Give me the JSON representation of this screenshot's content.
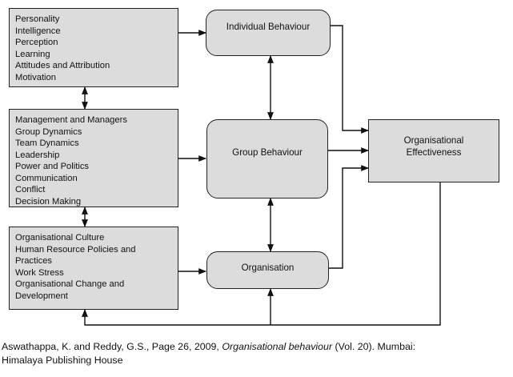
{
  "boxes": {
    "individual_factors": [
      "Personality",
      "Intelligence",
      "Perception",
      "Learning",
      "Attitudes and Attribution",
      "Motivation"
    ],
    "group_factors": [
      "Management and Managers",
      "Group Dynamics",
      "Team Dynamics",
      "Leadership",
      "Power and Politics",
      "Communication",
      "Conflict",
      "Decision Making"
    ],
    "organisation_factors": [
      "Organisational Culture",
      "Human Resource Policies and",
      "Practices",
      "Work Stress",
      "Organisational Change and",
      "Development"
    ]
  },
  "nodes": {
    "individual_behaviour": "Individual Behaviour",
    "group_behaviour": "Group Behaviour",
    "organisation": "Organisation",
    "effectiveness_line1": "Organisational",
    "effectiveness_line2": "Effectiveness"
  },
  "caption": {
    "before_title": "Aswathappa, K. and Reddy, G.S., Page 26, 2009, ",
    "title": "Organisational behaviour",
    "after_title": " (Vol. 20). Mumbai:",
    "line2": "Himalaya Publishing House"
  }
}
